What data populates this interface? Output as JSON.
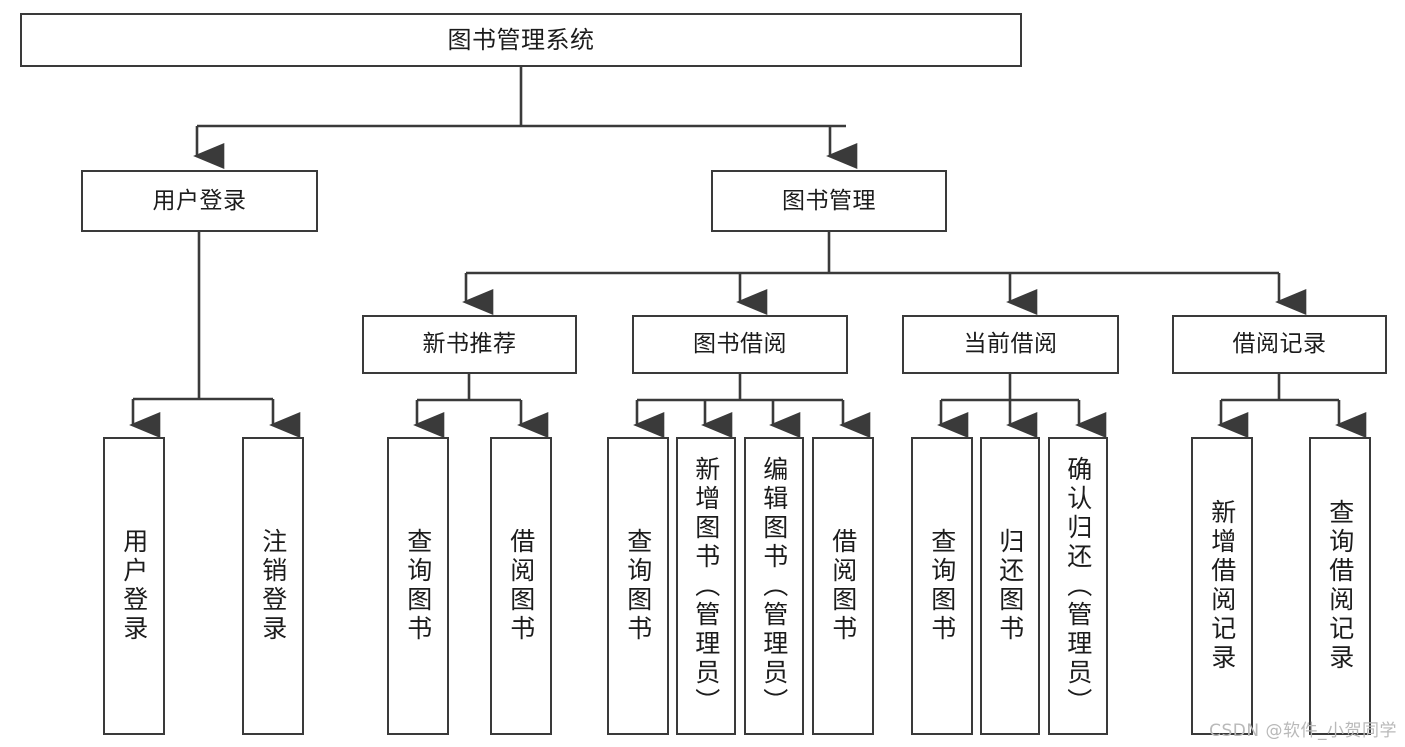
{
  "diagram": {
    "title": "图书管理系统",
    "type": "tree-hierarchy-chart",
    "watermark": "CSDN @软件_小贺同学",
    "line_color": "#3a3a3a",
    "box_fill": "#ffffff",
    "text_color": "#1c1c1c",
    "watermark_color": "#b9b9b9"
  },
  "nodes": {
    "root": {
      "label": "图书管理系统"
    },
    "level1": [
      {
        "label": "用户登录"
      },
      {
        "label": "图书管理"
      }
    ],
    "level2": [
      {
        "label": "新书推荐"
      },
      {
        "label": "图书借阅"
      },
      {
        "label": "当前借阅"
      },
      {
        "label": "借阅记录"
      }
    ],
    "leaves": {
      "user_login": [
        {
          "label": "用户登录"
        },
        {
          "label": "注销登录"
        }
      ],
      "new_book": [
        {
          "label": "查询图书"
        },
        {
          "label": "借阅图书"
        }
      ],
      "book_borrow": [
        {
          "label": "查询图书"
        },
        {
          "label": "新增图书（管理员）"
        },
        {
          "label": "编辑图书（管理员）"
        },
        {
          "label": "借阅图书"
        }
      ],
      "current_borrow": [
        {
          "label": "查询图书"
        },
        {
          "label": "归还图书"
        },
        {
          "label": "确认归还（管理员）"
        }
      ],
      "borrow_record": [
        {
          "label": "新增借阅记录"
        },
        {
          "label": "查询借阅记录"
        }
      ]
    }
  }
}
